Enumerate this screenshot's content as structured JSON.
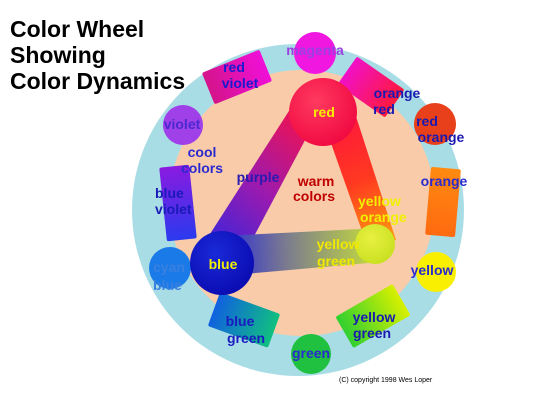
{
  "title": {
    "line1": "Color Wheel",
    "line2": "Showing",
    "line3": "Color Dynamics"
  },
  "colors": {
    "outer_ring": "#a9dde6",
    "inner_disc": "#f9cba9",
    "label_default": "#2222c8"
  },
  "swatches": {
    "magenta": "magenta",
    "red_violet": [
      "red",
      "violet"
    ],
    "violet": "violet",
    "cool_colors": [
      "cool",
      "colors"
    ],
    "blue_violet": [
      "blue",
      "violet"
    ],
    "cyan_blue": [
      "cyan",
      "blue"
    ],
    "blue_green": [
      "blue",
      "green"
    ],
    "green": "green",
    "yellow_green_outer": [
      "yellow",
      "green"
    ],
    "yellow": "yellow",
    "orange": "orange",
    "red_orange": [
      "red",
      "orange"
    ],
    "orange_red": [
      "orange",
      "red"
    ]
  },
  "triangle": {
    "red": "red",
    "blue": "blue",
    "purple": "purple",
    "warm_colors": [
      "warm",
      "colors"
    ],
    "yellow_orange": [
      "yellow",
      "orange"
    ],
    "yellow_green": [
      "yellow",
      "green"
    ]
  },
  "copyright": "(C) copyright 1998  Wes Loper"
}
